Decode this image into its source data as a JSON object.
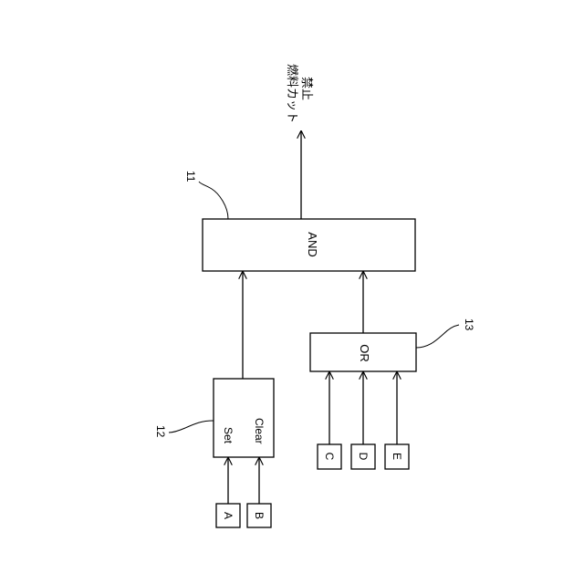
{
  "diagram": {
    "and_block": {
      "label": "AND",
      "ref": "11"
    },
    "or_block": {
      "label": "OR",
      "ref": "13"
    },
    "flipflop_block": {
      "set_label": "Set",
      "clear_label": "Clear",
      "ref": "12"
    },
    "inputs": {
      "a": "A",
      "b": "B",
      "c": "C",
      "d": "D",
      "e": "E"
    },
    "output": {
      "line1": "燃料カット",
      "line2": "禁止"
    }
  }
}
